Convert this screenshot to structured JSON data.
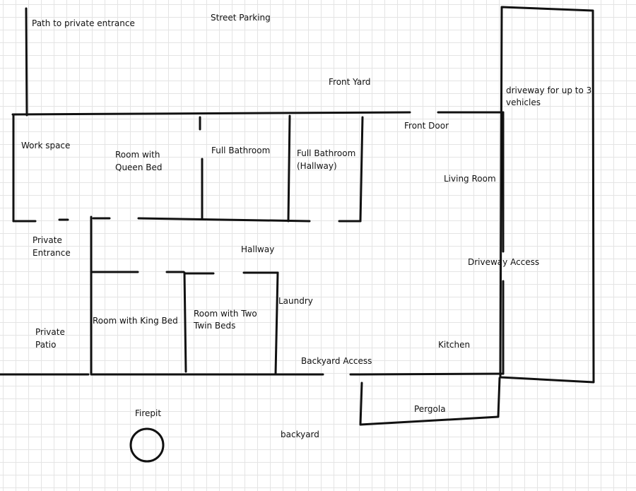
{
  "labels": {
    "path_to_private_entrance": "Path to private entrance",
    "street_parking": "Street Parking",
    "front_yard": "Front Yard",
    "driveway": "driveway for up to 3",
    "driveway_line2": "vehicles",
    "front_door": "Front Door",
    "work_space": "Work space",
    "room_queen": "Room with",
    "room_queen_line2": "Queen Bed",
    "full_bathroom": "Full Bathroom",
    "full_bathroom_hallway": "Full Bathroom",
    "full_bathroom_hallway_line2": "(Hallway)",
    "living_room": "Living Room",
    "private_entrance": "Private",
    "private_entrance_line2": "Entrance",
    "hallway": "Hallway",
    "driveway_access": "Driveway Access",
    "laundry": "Laundry",
    "room_king": "Room with King Bed",
    "room_twin": "Room with Two",
    "room_twin_line2": "Twin Beds",
    "private_patio": "Private",
    "private_patio_line2": "Patio",
    "kitchen": "Kitchen",
    "backyard_access": "Backyard Access",
    "pergola": "Pergola",
    "firepit": "Firepit",
    "backyard": "backyard"
  }
}
